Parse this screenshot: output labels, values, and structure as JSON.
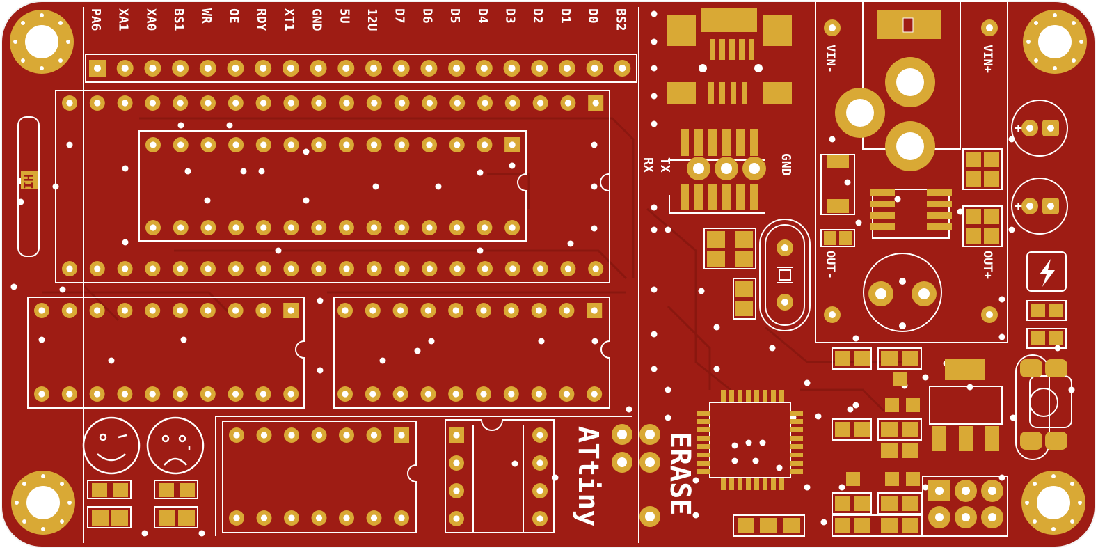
{
  "board": {
    "colors": {
      "copper": "#9e1c14",
      "copper_dark": "#7e140e",
      "pad": "#d9a935",
      "silk": "#ffffff",
      "hole": "#ffffff",
      "outline": "#f2f2f2"
    }
  },
  "header_pins": [
    "PA6",
    "XA1",
    "XA0",
    "BS1",
    "WR",
    "OE",
    "RDY",
    "XT1",
    "GND",
    "5U",
    "12U",
    "D7",
    "D6",
    "D5",
    "D4",
    "D3",
    "D2",
    "D1",
    "D0",
    "BS2"
  ],
  "serial": {
    "tx": "TX",
    "rx": "RX",
    "gnd": "GND"
  },
  "power": {
    "vin_minus": "VIN-",
    "vin_plus": "VIN+",
    "out_minus": "OUT-",
    "out_plus": "OUT+"
  },
  "labels": {
    "hi": "HI",
    "attiny": "ATtiny",
    "erase": "ERASE"
  },
  "icons": {
    "mounting_hole": "mounting-hole-icon",
    "happy": "happy-face-icon",
    "sad": "sad-face-icon",
    "bolt": "lightning-bolt-icon"
  }
}
